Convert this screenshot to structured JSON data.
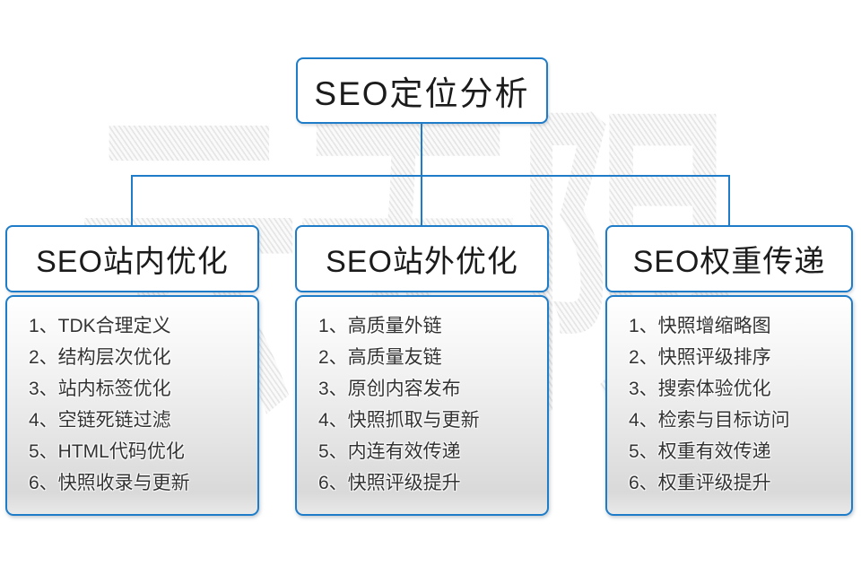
{
  "colors": {
    "accent": "#1e7cc8",
    "header_text": "#1b1b1b",
    "list_text": "#333333",
    "watermark_gray": "#e6e6e6"
  },
  "watermark": {
    "text": "云无限"
  },
  "root": {
    "title": "SEO定位分析"
  },
  "columns": [
    {
      "title": "SEO站内优化",
      "items": [
        "1、TDK合理定义",
        "2、结构层次优化",
        "3、站内标签优化",
        "4、空链死链过滤",
        "5、HTML代码优化",
        "6、快照收录与更新"
      ]
    },
    {
      "title": "SEO站外优化",
      "items": [
        "1、高质量外链",
        "2、高质量友链",
        "3、原创内容发布",
        "4、快照抓取与更新",
        "5、内连有效传递",
        "6、快照评级提升"
      ]
    },
    {
      "title": "SEO权重传递",
      "items": [
        "1、快照增缩略图",
        "2、快照评级排序",
        "3、搜索体验优化",
        "4、检索与目标访问",
        "5、权重有效传递",
        "6、权重评级提升"
      ]
    }
  ]
}
